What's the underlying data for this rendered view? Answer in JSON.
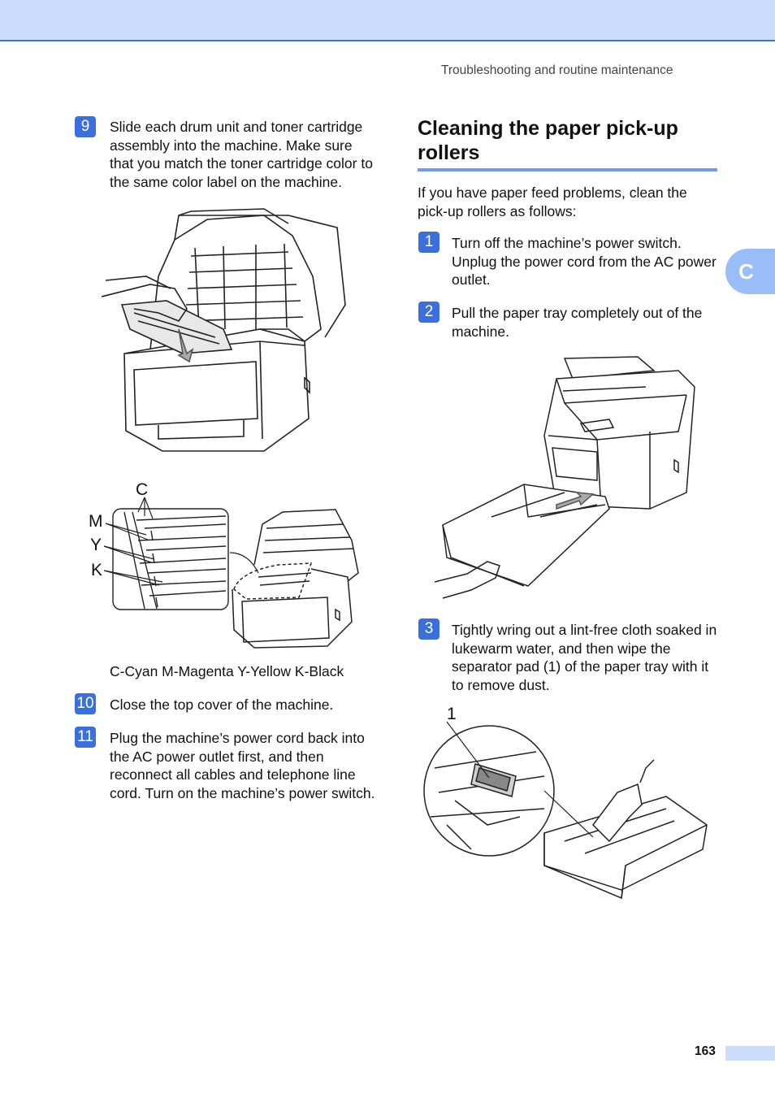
{
  "header": {
    "running_title": "Troubleshooting and routine maintenance"
  },
  "side_tab": {
    "letter": "C"
  },
  "left_steps": [
    {
      "num": "9",
      "text": "Slide each drum unit and toner cartridge assembly into the machine. Make sure that you match the toner cartridge color to the same color label on the machine."
    },
    {
      "num": "10",
      "text": "Close the top cover of the machine."
    },
    {
      "num": "11",
      "text": "Plug the machine’s power cord back into the AC power outlet first, and then reconnect all cables and telephone line cord. Turn on the machine’s power switch."
    }
  ],
  "color_figure": {
    "labels": {
      "c": "C",
      "m": "M",
      "y": "Y",
      "k": "K"
    },
    "caption": "C-Cyan M-Magenta Y-Yellow K-Black"
  },
  "section": {
    "title": "Cleaning the paper pick-up rollers",
    "intro": "If you have paper feed problems, clean the pick-up rollers as follows:"
  },
  "right_steps": [
    {
      "num": "1",
      "text": "Turn off the machine’s power switch. Unplug the power cord from the AC power outlet."
    },
    {
      "num": "2",
      "text": "Pull the paper tray completely out of the machine."
    },
    {
      "num": "3",
      "text": "Tightly wring out a lint-free cloth soaked in lukewarm water, and then wipe the separator pad (1) of the paper tray with it to remove dust."
    }
  ],
  "callouts": {
    "separator_pad": "1"
  },
  "footer": {
    "page_number": "163"
  },
  "colors": {
    "accent": "#3b6fde",
    "band": "#ccdcfb",
    "tab": "#98bdf7"
  }
}
